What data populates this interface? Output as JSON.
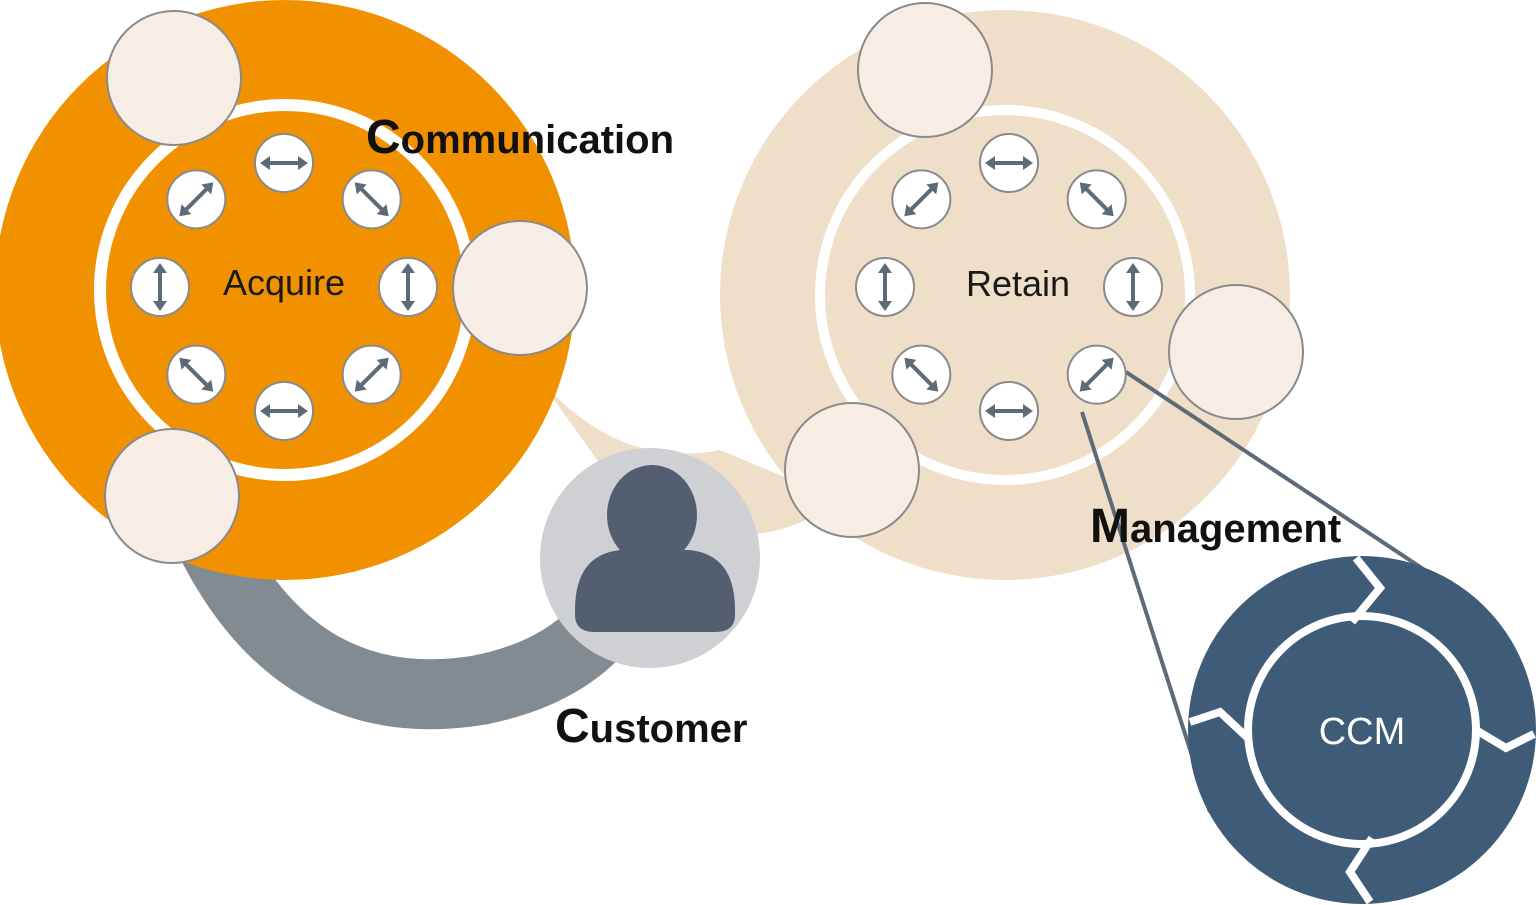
{
  "diagram": {
    "acquire_label": "Acquire",
    "retain_label": "Retain",
    "ccm_label": "CCM",
    "communication": {
      "initial": "C",
      "rest": "ommunication"
    },
    "customer": {
      "initial": "C",
      "rest": "ustomer"
    },
    "management": {
      "initial": "M",
      "rest": "anagement"
    },
    "colors": {
      "acquire_ring": "#f29100",
      "retain_ring": "#f0dfc8",
      "customer_arc": "#828a92",
      "customer_bg": "#cfd0d3",
      "person": "#535f70",
      "ccm_wheel": "#3e5b77",
      "arrow": "#5d6a78",
      "satellite": "#f7ede4"
    },
    "icons": [
      "person-icon",
      "double-arrow-icon"
    ]
  }
}
